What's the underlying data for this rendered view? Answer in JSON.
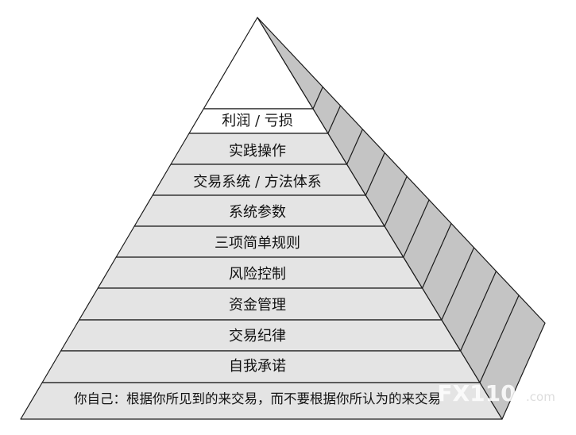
{
  "pyramid": {
    "tiers_top_to_bottom": [
      "利润 / 亏损",
      "实践操作",
      "交易系统 / 方法体系",
      "系统参数",
      "三项简单规则",
      "风险控制",
      "资金管理",
      "交易纪律",
      "自我承诺"
    ],
    "base": "你自己：根据你所见到的来交易，而不要根据你所认为的来交易"
  },
  "watermark": {
    "mark": "FX110",
    "suffix": ".com"
  },
  "colors": {
    "front_band": "#e4e4e4",
    "apex": "#ffffff",
    "side_face": "#c4c4c4",
    "outline": "#1a1a1a"
  }
}
